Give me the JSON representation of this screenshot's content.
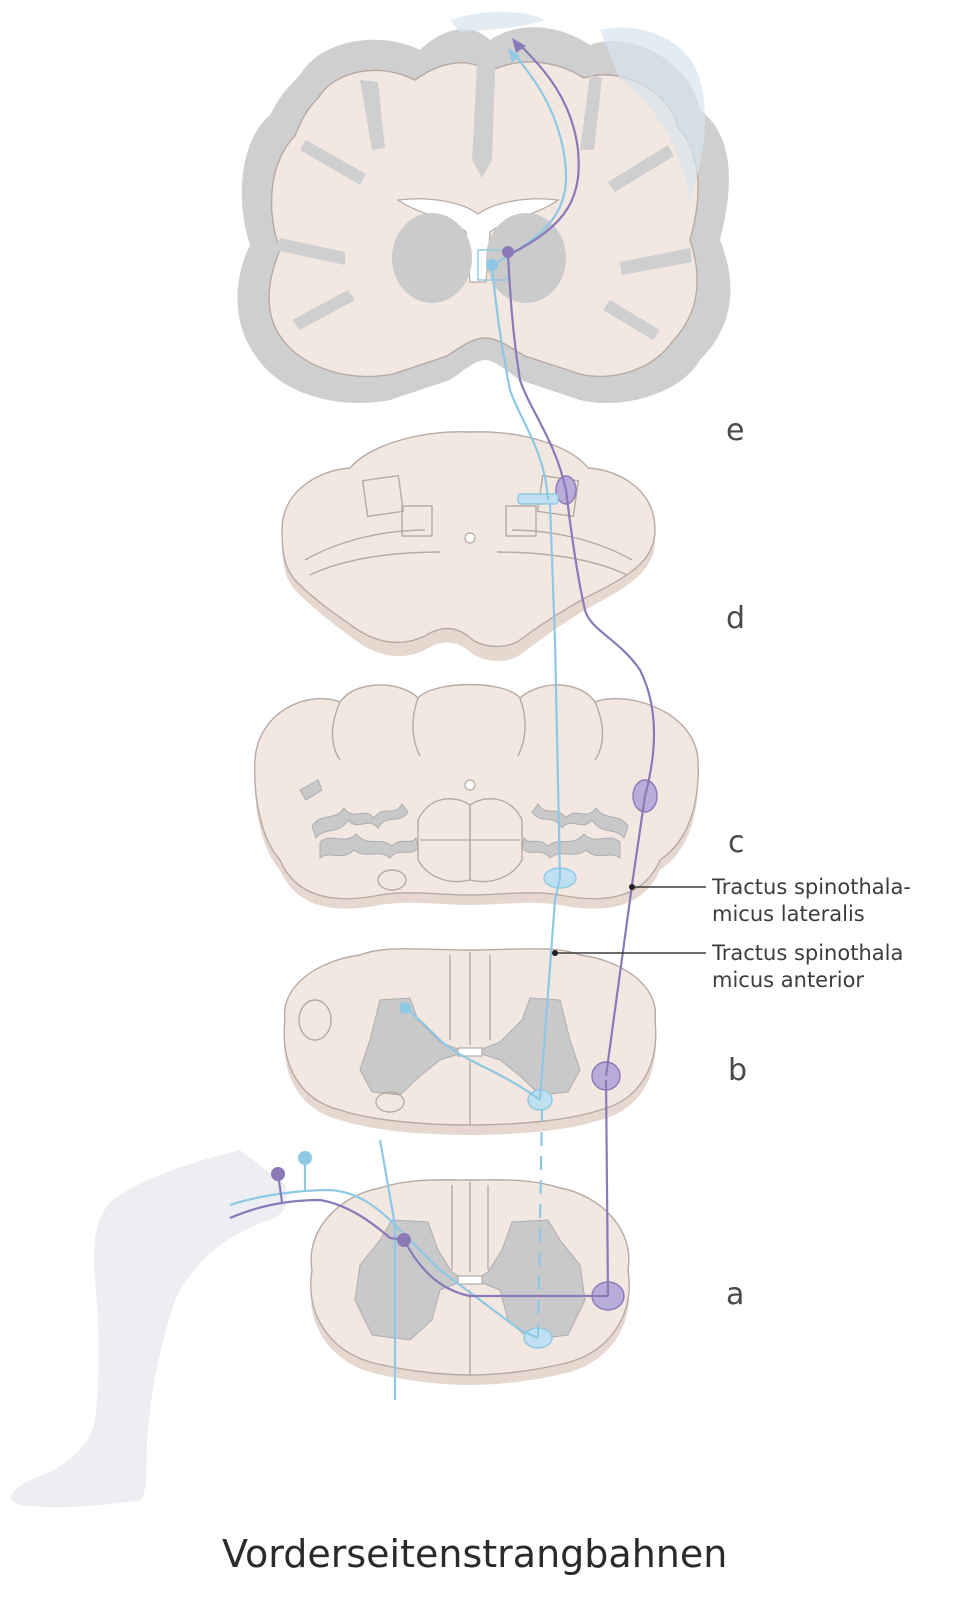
{
  "title": "Vorderseitenstrangbahnen",
  "levels": {
    "e": "e",
    "d": "d",
    "c": "c",
    "b": "b",
    "a": "a"
  },
  "tracts": {
    "lateralis_line1": "Tractus spinothala-",
    "lateralis_line2": "micus lateralis",
    "anterior_line1": "Tractus spinothala",
    "anterior_line2": "micus anterior"
  },
  "colors": {
    "anterior_tract": "#8ec8e4",
    "lateral_tract": "#8b79b8",
    "tissue": "#f3e8e1",
    "grey_matter": "#c9c9ca"
  }
}
